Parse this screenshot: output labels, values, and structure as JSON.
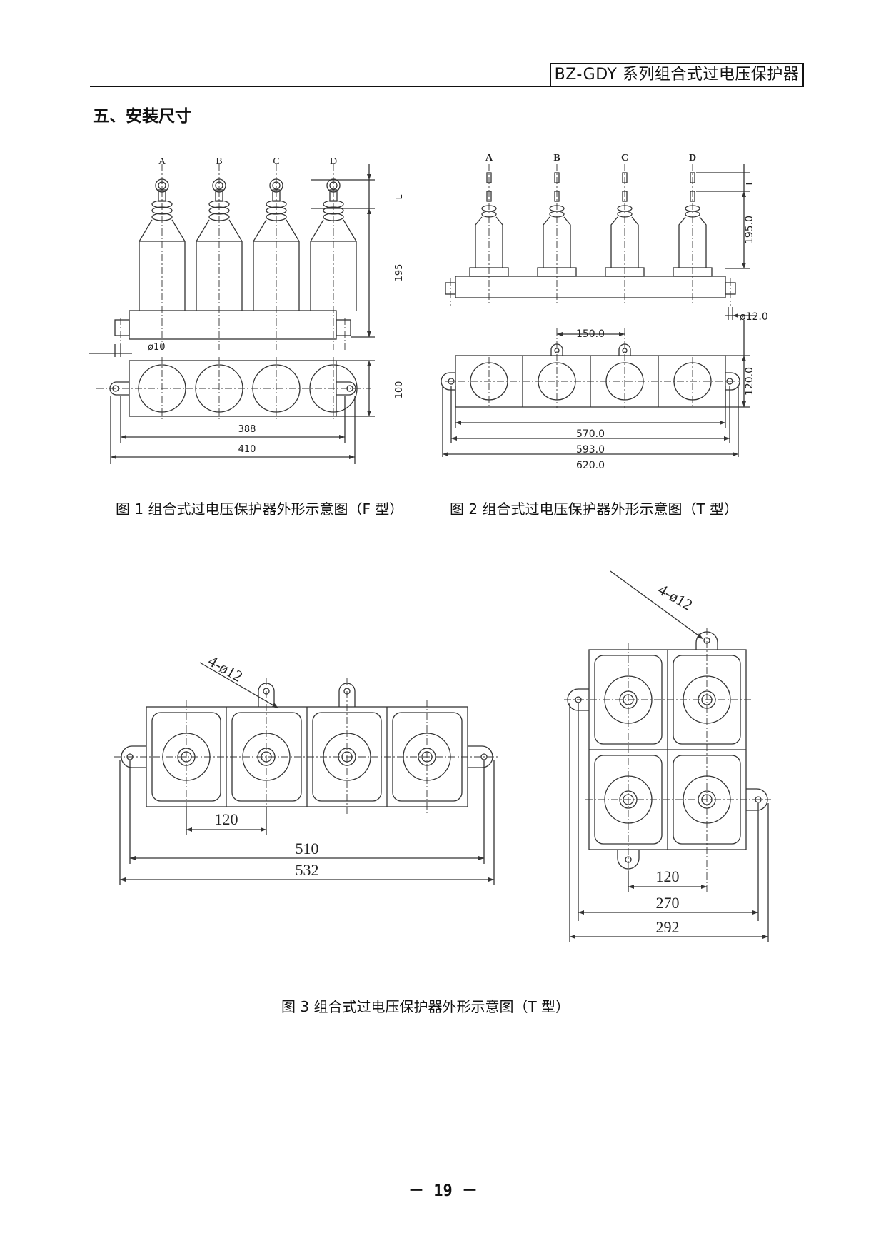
{
  "header": {
    "title": "BZ-GDY 系列组合式过电压保护器"
  },
  "section": {
    "title": "五、安装尺寸"
  },
  "figure1": {
    "caption": "图 1 组合式过电压保护器外形示意图（F 型）",
    "phase_labels": [
      "A",
      "B",
      "C",
      "D"
    ],
    "dims": {
      "l": "L",
      "height": "195",
      "hole": "ø10",
      "depth": "100",
      "inner": "388",
      "outer": "410"
    }
  },
  "figure2": {
    "caption": "图 2 组合式过电压保护器外形示意图（T 型）",
    "phase_labels": [
      "A",
      "B",
      "C",
      "D"
    ],
    "dims": {
      "l": "L",
      "height": "195.0",
      "hole": "ø12.0",
      "pitch": "150.0",
      "depth": "120.0",
      "inner": "570.0",
      "mid": "593.0",
      "outer": "620.0"
    }
  },
  "figure3": {
    "caption": "图 3 组合式过电压保护器外形示意图（T 型）",
    "left": {
      "holes": "4-ø12",
      "pitch": "120",
      "inner": "510",
      "outer": "532"
    },
    "right": {
      "holes": "4-ø12",
      "pitch": "120",
      "inner": "270",
      "outer": "292"
    }
  },
  "footer": {
    "page_number": "－ 19 －"
  }
}
